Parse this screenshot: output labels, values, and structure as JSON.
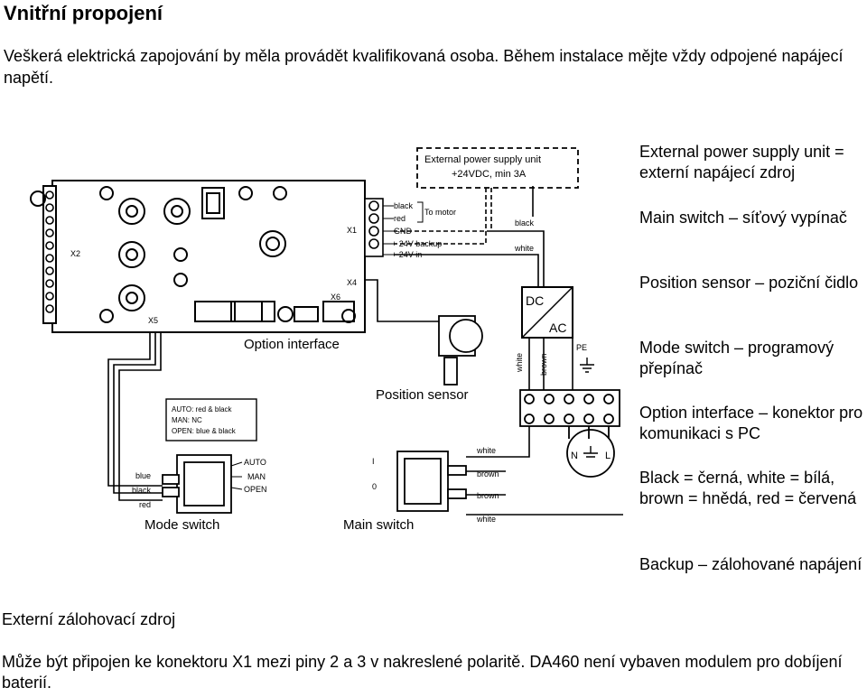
{
  "title": "Vnitřní propojení",
  "intro": "Veškerá elektrická zapojování by měla provádět kvalifikovaná osoba. Během instalace mějte vždy odpojené napájecí napětí.",
  "diagram": {
    "psu_box_line1": "External power supply unit",
    "psu_box_line2": "+24VDC, min 3A",
    "x1": "X1",
    "x2": "X2",
    "x4": "X4",
    "x5": "X5",
    "x6": "X6",
    "term_black": "black",
    "term_red": "red",
    "term_gnd": "GND",
    "term_24v_backup": "+ 24V backup",
    "term_24v_in": "+ 24V in",
    "to_motor": "To motor",
    "wire_black": "black",
    "wire_white": "white",
    "dc": "DC",
    "ac": "AC",
    "pe": "PE",
    "trans_white": "white",
    "trans_brown": "brown",
    "option_interface": "Option interface",
    "position_sensor": "Position sensor",
    "mode_note_line1": "AUTO: red & black",
    "mode_note_line2": "MAN: NC",
    "mode_note_line3": "OPEN: blue & black",
    "auto": "AUTO",
    "man": "MAN",
    "open": "OPEN",
    "ms_blue": "blue",
    "ms_black": "black",
    "ms_red": "red",
    "mode_switch": "Mode switch",
    "main_i": "I",
    "main_o": "0",
    "main_white_top": "white",
    "main_brown_top": "brown",
    "main_brown_bottom": "brown",
    "main_white_bottom": "white",
    "main_switch": "Main switch",
    "n": "N",
    "l": "L"
  },
  "legend": {
    "psu": "External power supply unit = externí napájecí zdroj",
    "main_switch": "Main switch – síťový vypínač",
    "position_sensor": "Position sensor – poziční čidlo",
    "mode_switch": "Mode switch – programový přepínač",
    "option_interface": "Option interface – konektor pro komunikaci s PC",
    "colors": "Black = černá, white = bílá, brown = hnědá, red = červená",
    "backup": "Backup – zálohované napájení"
  },
  "backup_heading": "Externí zálohovací zdroj",
  "backup_text": "Může být připojen ke konektoru X1 mezi piny 2 a 3 v nakreslené polaritě. DA460 není vybaven modulem pro dobíjení baterií."
}
